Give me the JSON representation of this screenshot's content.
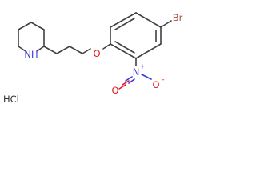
{
  "molecule": {
    "atoms": {
      "amine_nh": "NH",
      "ether_o": "O",
      "nitro_n": "N",
      "nitro_charge_plus": "+",
      "nitro_o_double": "O",
      "nitro_o_single": "O",
      "nitro_charge_minus": "-",
      "bromine": "Br"
    },
    "salt": "HCl"
  },
  "colors": {
    "bond": "#404040",
    "oxygen": "#e0191b",
    "nitrogen": "#3535e6",
    "bromine": "#a5533a",
    "text": "#333333"
  }
}
